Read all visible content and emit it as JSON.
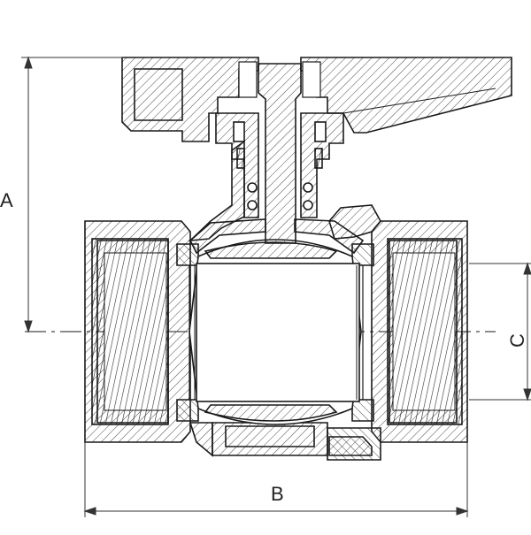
{
  "drawing": {
    "colors": {
      "line": "#1a1a1a",
      "hatch": "#4a4a4a",
      "dim": "#333333",
      "background": "#ffffff"
    },
    "labels": {
      "height_dim": "A",
      "length_dim": "B",
      "bore_dim": "C"
    }
  }
}
